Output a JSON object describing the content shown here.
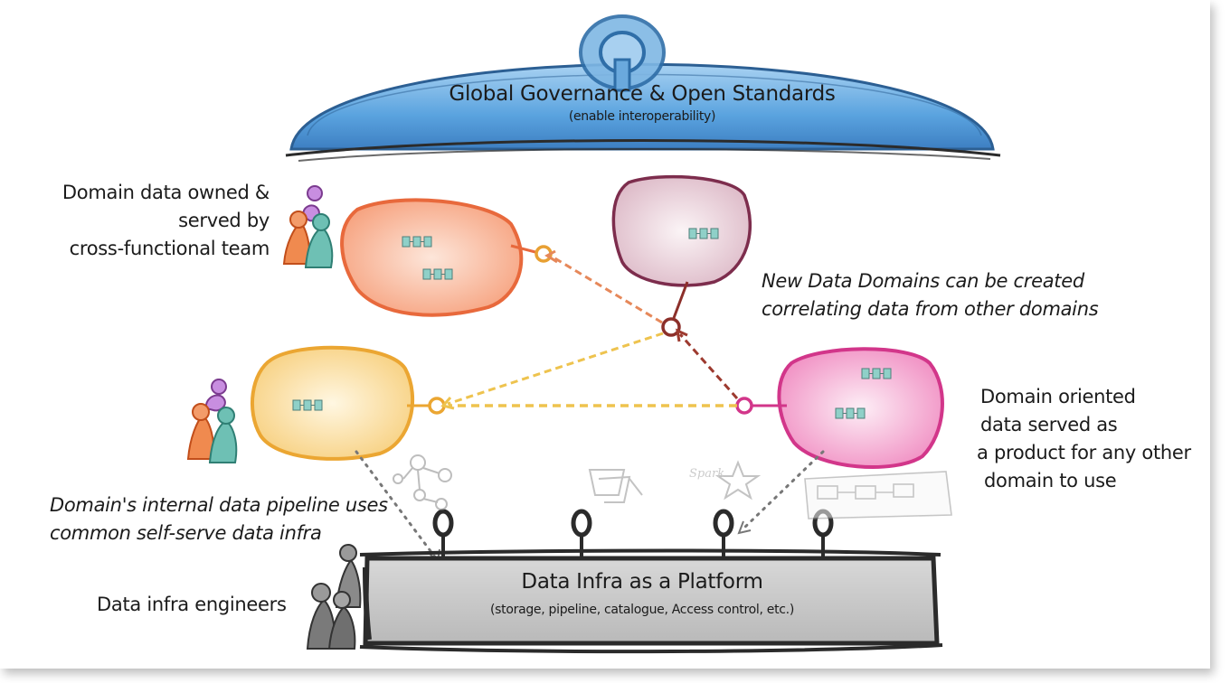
{
  "governance": {
    "title": "Global Governance & Open Standards",
    "subtitle": "(enable interoperability)"
  },
  "labels": {
    "domain_team": [
      "Domain data owned &",
      "served by",
      "cross-functional team"
    ],
    "new_domains": [
      "New Data Domains can be created",
      "correlating data from other domains"
    ],
    "domain_product": [
      "Domain oriented",
      "data served as",
      "a product for any other",
      "domain to use"
    ],
    "internal_pipeline": [
      "Domain's internal data pipeline uses",
      "common self-serve data infra"
    ],
    "infra_engineers": "Data infra engineers"
  },
  "platform": {
    "title": "Data Infra as a Platform",
    "subtitle": "(storage, pipeline, catalogue, Access control, etc.)"
  },
  "tool_sketch_text": "Spark",
  "colors": {
    "governance_blue": "#4f98d6",
    "orange_domain": "#ef7e52",
    "yellow_domain": "#f2b63c",
    "purple_domain": "#8c3a5a",
    "pink_domain": "#e0509c",
    "platform_gray": "#bdbdbd",
    "data_product_teal": "#7cc7c0",
    "arrow_red": "#a84335"
  }
}
